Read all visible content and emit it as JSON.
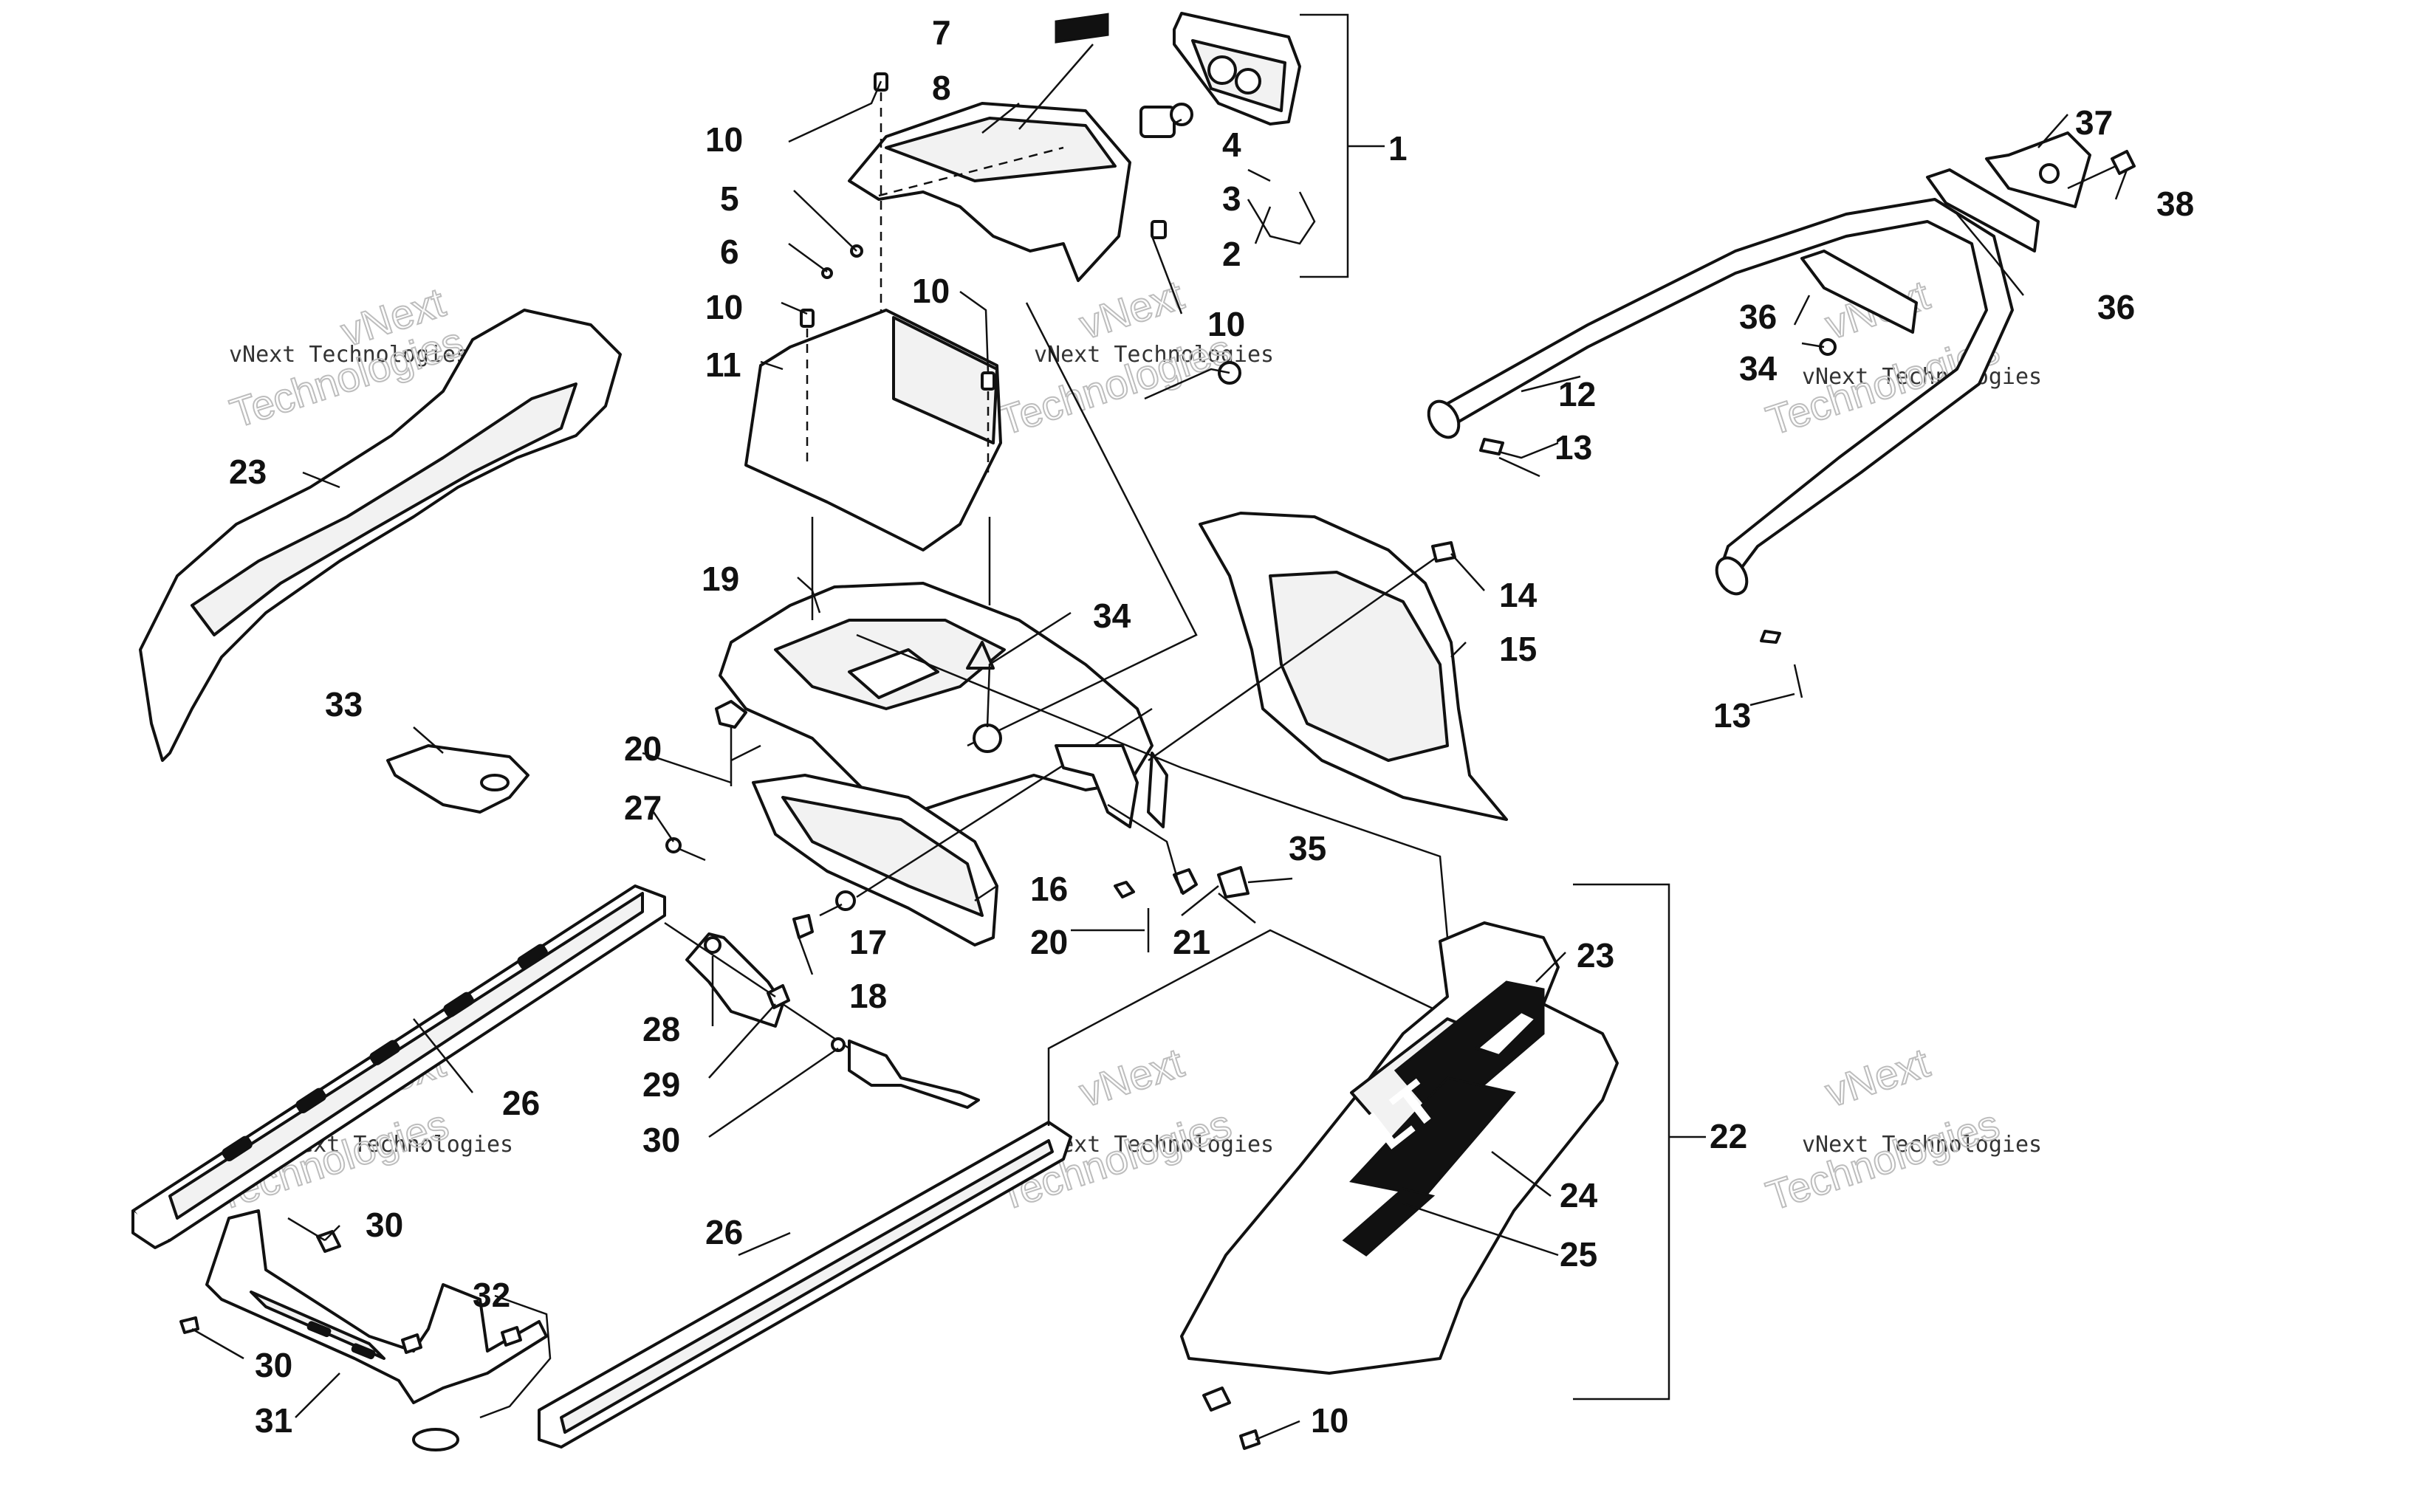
{
  "callouts": [
    {
      "id": "c1",
      "text": "1"
    },
    {
      "id": "c2",
      "text": "2"
    },
    {
      "id": "c3",
      "text": "3"
    },
    {
      "id": "c4",
      "text": "4"
    },
    {
      "id": "c5",
      "text": "5"
    },
    {
      "id": "c6",
      "text": "6"
    },
    {
      "id": "c7",
      "text": "7"
    },
    {
      "id": "c8",
      "text": "8"
    },
    {
      "id": "c10a",
      "text": "10"
    },
    {
      "id": "c10b",
      "text": "10"
    },
    {
      "id": "c10c",
      "text": "10"
    },
    {
      "id": "c10d",
      "text": "10"
    },
    {
      "id": "c10e",
      "text": "10"
    },
    {
      "id": "c11",
      "text": "11"
    },
    {
      "id": "c12",
      "text": "12"
    },
    {
      "id": "c13a",
      "text": "13"
    },
    {
      "id": "c13b",
      "text": "13"
    },
    {
      "id": "c14",
      "text": "14"
    },
    {
      "id": "c15",
      "text": "15"
    },
    {
      "id": "c16",
      "text": "16"
    },
    {
      "id": "c17",
      "text": "17"
    },
    {
      "id": "c18",
      "text": "18"
    },
    {
      "id": "c19",
      "text": "19"
    },
    {
      "id": "c20a",
      "text": "20"
    },
    {
      "id": "c20b",
      "text": "20"
    },
    {
      "id": "c21",
      "text": "21"
    },
    {
      "id": "c22",
      "text": "22"
    },
    {
      "id": "c23a",
      "text": "23"
    },
    {
      "id": "c23b",
      "text": "23"
    },
    {
      "id": "c24",
      "text": "24"
    },
    {
      "id": "c25",
      "text": "25"
    },
    {
      "id": "c26a",
      "text": "26"
    },
    {
      "id": "c26b",
      "text": "26"
    },
    {
      "id": "c27",
      "text": "27"
    },
    {
      "id": "c28",
      "text": "28"
    },
    {
      "id": "c29",
      "text": "29"
    },
    {
      "id": "c30a",
      "text": "30"
    },
    {
      "id": "c30b",
      "text": "30"
    },
    {
      "id": "c30c",
      "text": "30"
    },
    {
      "id": "c31",
      "text": "31"
    },
    {
      "id": "c32",
      "text": "32"
    },
    {
      "id": "c33",
      "text": "33"
    },
    {
      "id": "c34a",
      "text": "34"
    },
    {
      "id": "c34b",
      "text": "34"
    },
    {
      "id": "c35",
      "text": "35"
    },
    {
      "id": "c36a",
      "text": "36"
    },
    {
      "id": "c36b",
      "text": "36"
    },
    {
      "id": "c37",
      "text": "37"
    },
    {
      "id": "c38",
      "text": "38"
    }
  ],
  "watermark": {
    "small": "vNext Technologies",
    "line1": "vNext",
    "line2": "Technologies"
  },
  "panel_logo": "LT"
}
